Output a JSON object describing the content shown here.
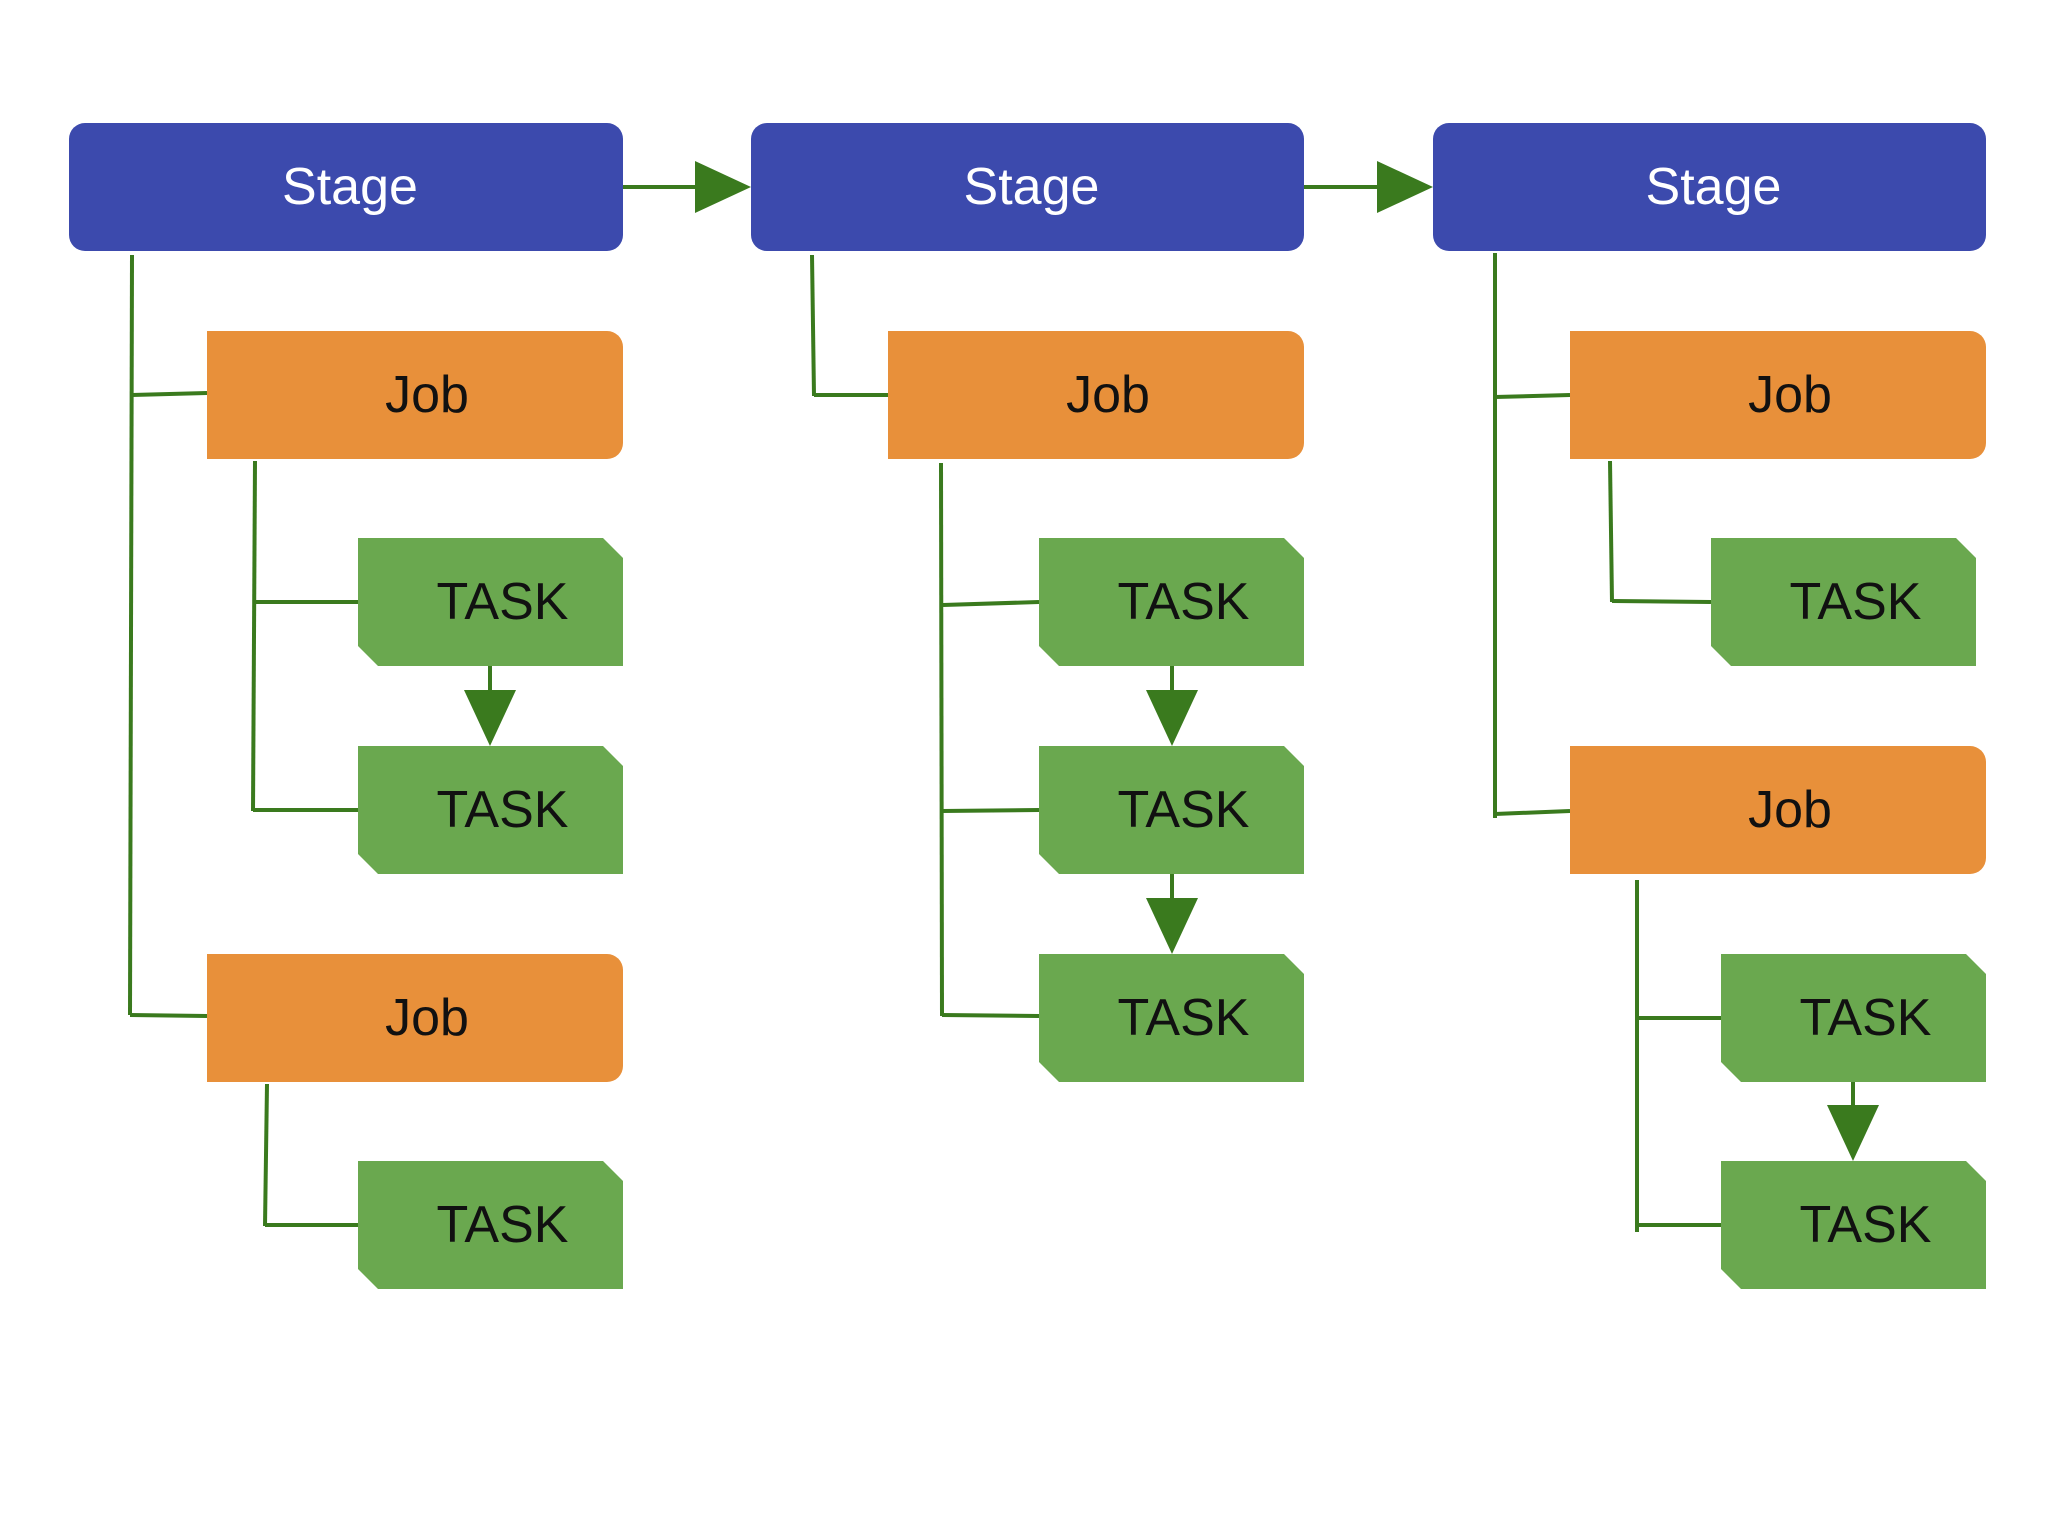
{
  "colors": {
    "stage": "#3c4aad",
    "job": "#e8903a",
    "task": "#6aa84f",
    "connector": "#3a7a1e"
  },
  "stages": [
    {
      "label": "Stage",
      "jobs": [
        {
          "label": "Job",
          "tasks": [
            {
              "label": "TASK"
            },
            {
              "label": "TASK"
            }
          ]
        },
        {
          "label": "Job",
          "tasks": [
            {
              "label": "TASK"
            }
          ]
        }
      ]
    },
    {
      "label": "Stage",
      "jobs": [
        {
          "label": "Job",
          "tasks": [
            {
              "label": "TASK"
            },
            {
              "label": "TASK"
            },
            {
              "label": "TASK"
            }
          ]
        }
      ]
    },
    {
      "label": "Stage",
      "jobs": [
        {
          "label": "Job",
          "tasks": [
            {
              "label": "TASK"
            }
          ]
        },
        {
          "label": "Job",
          "tasks": [
            {
              "label": "TASK"
            },
            {
              "label": "TASK"
            }
          ]
        }
      ]
    }
  ]
}
